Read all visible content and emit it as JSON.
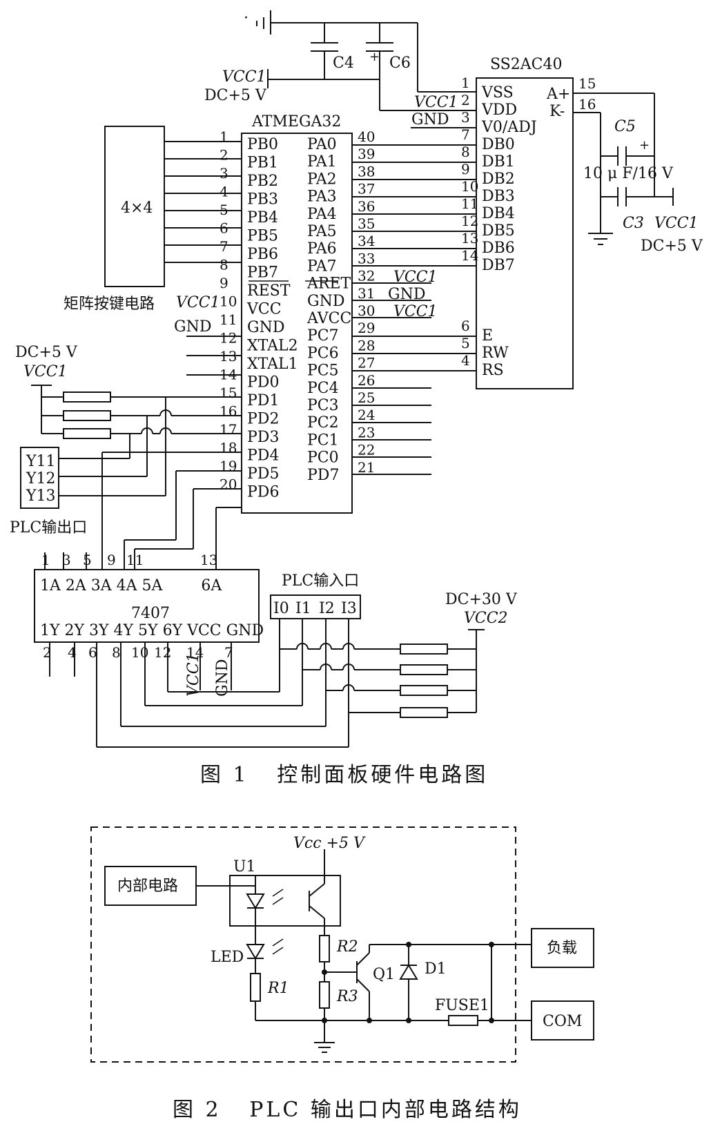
{
  "fig1": {
    "caption": "图 1   控制面板硬件电路图",
    "mcu_name": "ATMEGA32",
    "lcd_name": "SS2AC40",
    "keypad_label": "4×4",
    "keypad_caption": "矩阵按键电路",
    "buffer_name": "7407",
    "plc_out_caption": "PLC输出口",
    "plc_in_caption": "PLC输入口",
    "dc5v": "DC+5 V",
    "dc30v": "DC+30 V",
    "vcc1": "VCC1",
    "vcc2": "VCC2",
    "gnd": "GND",
    "cap_value": "10 μ F/16 V",
    "capacitors": [
      "C4",
      "C6",
      "C5",
      "C3"
    ],
    "mcu_left_pins": [
      {
        "num": "1",
        "name": "PB0"
      },
      {
        "num": "2",
        "name": "PB1"
      },
      {
        "num": "3",
        "name": "PB2"
      },
      {
        "num": "4",
        "name": "PB3"
      },
      {
        "num": "5",
        "name": "PB4"
      },
      {
        "num": "6",
        "name": "PB5"
      },
      {
        "num": "7",
        "name": "PB6"
      },
      {
        "num": "8",
        "name": "PB7"
      },
      {
        "num": "9",
        "name": "REST"
      },
      {
        "num": "10",
        "name": "VCC"
      },
      {
        "num": "11",
        "name": "GND"
      },
      {
        "num": "12",
        "name": "XTAL2"
      },
      {
        "num": "13",
        "name": "XTAL1"
      },
      {
        "num": "14",
        "name": "PD0"
      },
      {
        "num": "15",
        "name": "PD1"
      },
      {
        "num": "16",
        "name": "PD2"
      },
      {
        "num": "17",
        "name": "PD3"
      },
      {
        "num": "18",
        "name": "PD4"
      },
      {
        "num": "19",
        "name": "PD5"
      },
      {
        "num": "20",
        "name": "PD6"
      }
    ],
    "mcu_right_pins": [
      {
        "num": "40",
        "name": "PA0"
      },
      {
        "num": "39",
        "name": "PA1"
      },
      {
        "num": "38",
        "name": "PA2"
      },
      {
        "num": "37",
        "name": "PA3"
      },
      {
        "num": "36",
        "name": "PA4"
      },
      {
        "num": "35",
        "name": "PA5"
      },
      {
        "num": "34",
        "name": "PA6"
      },
      {
        "num": "33",
        "name": "PA7"
      },
      {
        "num": "32",
        "name": "ARET"
      },
      {
        "num": "31",
        "name": "GND"
      },
      {
        "num": "30",
        "name": "AVCC"
      },
      {
        "num": "29",
        "name": "PC7"
      },
      {
        "num": "28",
        "name": "PC6"
      },
      {
        "num": "27",
        "name": "PC5"
      },
      {
        "num": "26",
        "name": "PC4"
      },
      {
        "num": "25",
        "name": "PC3"
      },
      {
        "num": "24",
        "name": "PC2"
      },
      {
        "num": "23",
        "name": "PC1"
      },
      {
        "num": "22",
        "name": "PC0"
      },
      {
        "num": "21",
        "name": "PD7"
      }
    ],
    "lcd_pins": [
      {
        "num": "1",
        "name": "VSS"
      },
      {
        "num": "2",
        "name": "VDD"
      },
      {
        "num": "3",
        "name": "V0/ADJ"
      },
      {
        "num": "7",
        "name": "DB0"
      },
      {
        "num": "8",
        "name": "DB1"
      },
      {
        "num": "9",
        "name": "DB2"
      },
      {
        "num": "10",
        "name": "DB3"
      },
      {
        "num": "11",
        "name": "DB4"
      },
      {
        "num": "12",
        "name": "DB5"
      },
      {
        "num": "13",
        "name": "DB6"
      },
      {
        "num": "14",
        "name": "DB7"
      },
      {
        "num": "6",
        "name": "E"
      },
      {
        "num": "5",
        "name": "RW"
      },
      {
        "num": "4",
        "name": "RS"
      }
    ],
    "lcd_backlight": [
      {
        "num": "15",
        "name": "A+"
      },
      {
        "num": "16",
        "name": "K-"
      }
    ],
    "plc_outputs": [
      "Y11",
      "Y12",
      "Y13"
    ],
    "plc_inputs": [
      "I0",
      "I1",
      "I2",
      "I3"
    ],
    "buf_top_nums": [
      "1",
      "3",
      "5",
      "9",
      "11",
      "13"
    ],
    "buf_top_names": "1A 2A 3A 4A 5A        6A",
    "buf_bot_names": "1Y 2Y 3Y 4Y 5Y 6Y VCC GND",
    "buf_bot_nums": [
      "2",
      "4",
      "6",
      "8",
      "10",
      "12",
      "14",
      "7"
    ]
  },
  "fig2": {
    "caption": "图 2   PLC 输出口内部电路结构",
    "internal_circuit": "内部电路",
    "supply": "Vcc +5 V",
    "u1": "U1",
    "led": "LED",
    "r1": "R1",
    "r2": "R2",
    "r3": "R3",
    "q1": "Q1",
    "d1": "D1",
    "fuse": "FUSE1",
    "load": "负载",
    "com": "COM"
  }
}
